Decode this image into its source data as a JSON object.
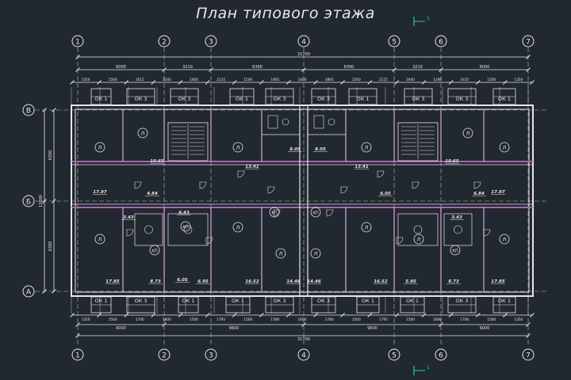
{
  "title": "План типового этажа",
  "section_mark": "1",
  "colors": {
    "bg": "#212830",
    "line": "#e6e6e6",
    "accent": "#c850c8",
    "green": "#2fd07a",
    "dim": "#bfbfbf"
  },
  "axes_x": [
    {
      "label": "1"
    },
    {
      "label": "2"
    },
    {
      "label": "3"
    },
    {
      "label": "4"
    },
    {
      "label": "5"
    },
    {
      "label": "6"
    },
    {
      "label": "7"
    }
  ],
  "axes_y": [
    {
      "label": "В"
    },
    {
      "label": "Б"
    },
    {
      "label": "А"
    }
  ],
  "top_dims": {
    "overall": "31700",
    "main": [
      "6000",
      "3210",
      "6390",
      "6390",
      "3210",
      "6000"
    ],
    "detail": [
      "1350",
      "1500",
      "1615",
      "1200",
      "1600",
      "2125",
      "1500",
      "1865",
      "1600",
      "1865",
      "1500",
      "2125",
      "1600",
      "1200",
      "1615",
      "1500",
      "1350"
    ]
  },
  "bottom_dims": {
    "overall": "31700",
    "main": [
      "6000",
      "9600",
      "9600",
      "6000"
    ],
    "detail": [
      "1350",
      "1500",
      "1700",
      "1800",
      "1500",
      "1795",
      "1500",
      "1780",
      "1600",
      "1780",
      "1500",
      "1795",
      "1500",
      "1800",
      "1700",
      "1500",
      "1350"
    ]
  },
  "left_dims": {
    "total": "12600",
    "upper": "6300",
    "lower": "6300"
  },
  "windows_top": [
    "ОК 1",
    "ОК 3",
    "ОК 3",
    "ОК 1",
    "ОК 3",
    "ОК 3",
    "ОК 1",
    "ОК 3",
    "ОК 3",
    "ОК 1"
  ],
  "windows_bottom": [
    "ОК 1",
    "ОК 3",
    "ОК 1",
    "ОК 1",
    "ОК 3",
    "ОК 3",
    "ОК 1",
    "ОК 1",
    "ОК 3",
    "ОК 1"
  ],
  "rooms": [
    "Л",
    "Л",
    "Л",
    "Л",
    "Л",
    "Л",
    "Л",
    "Л",
    "Л",
    "Л",
    "Л",
    "Л",
    "Л",
    "КП",
    "КП",
    "КП",
    "КП",
    "КП"
  ],
  "areas": [
    "17.97",
    "4.84",
    "3.43",
    "6.05",
    "6.05",
    "6.43",
    "17.85",
    "8.73",
    "6.95",
    "16.52",
    "14.46",
    "14.46",
    "16.52",
    "5.95",
    "8.73",
    "17.85",
    "6.84",
    "17.97",
    "3.43",
    "8.05",
    "8.05",
    "13.41",
    "13.41",
    "10.65",
    "10.65"
  ]
}
